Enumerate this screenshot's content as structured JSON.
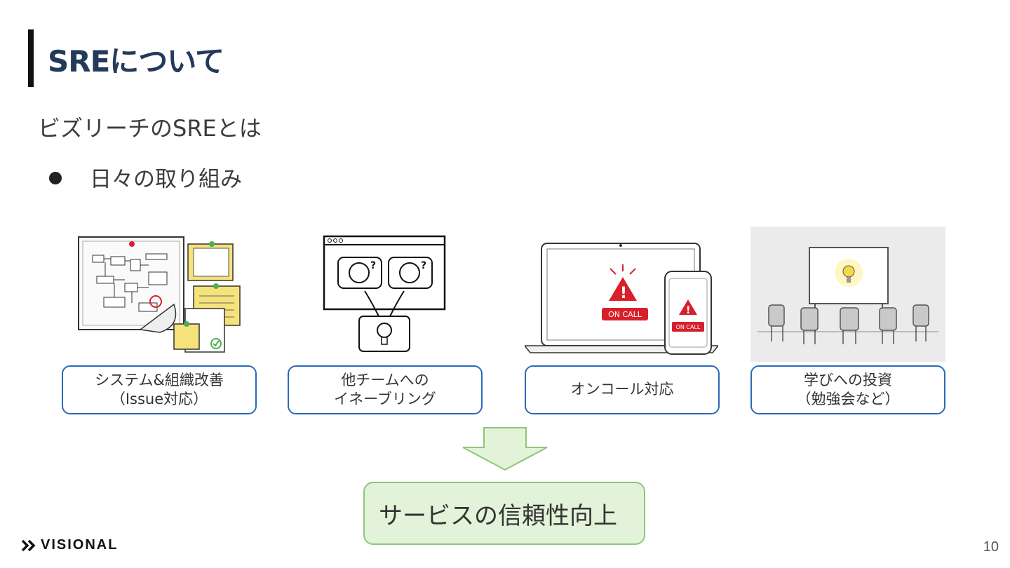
{
  "slide": {
    "title": "SREについて",
    "subtitle": "ビズリーチのSREとは",
    "bullet": "日々の取り組み",
    "cards": [
      {
        "line1": "システム&組織改善",
        "line2": "（Issue対応）"
      },
      {
        "line1": "他チームへの",
        "line2": "イネーブリング"
      },
      {
        "line1": "オンコール対応",
        "line2": ""
      },
      {
        "line1": "学びへの投資",
        "line2": "（勉強会など）"
      }
    ],
    "oncall_badge_large": "ON CALL",
    "oncall_badge_small": "ON CALL",
    "result": "サービスの信頼性向上",
    "logo": "VISIONAL",
    "page_number": "10"
  },
  "colors": {
    "title": "#243a5a",
    "card_border": "#2a6ab8",
    "result_bg": "#e2f3d9",
    "result_border": "#8ec67a",
    "arrow_fill": "#e2f3d9",
    "arrow_stroke": "#8ec67a",
    "alert_red": "#d8202b",
    "sticky_yellow": "#f5e27a"
  },
  "icons": [
    "system-diagram-icon",
    "enablement-icon",
    "oncall-devices-icon",
    "study-session-icon",
    "down-arrow-icon",
    "visional-logo-icon"
  ]
}
